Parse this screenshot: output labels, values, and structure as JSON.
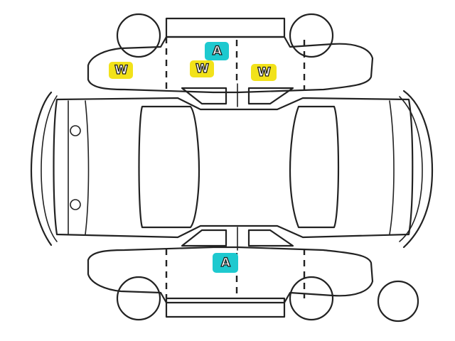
{
  "colors": {
    "line": "#222222",
    "background": "#ffffff",
    "w_badge": "#f2e21a",
    "a_badge": "#1ec9cf"
  },
  "markers": [
    {
      "id": "w-front-left-fender",
      "type": "w",
      "label": "W"
    },
    {
      "id": "w-front-left-door",
      "type": "w",
      "label": "W"
    },
    {
      "id": "w-rear-left-door",
      "type": "w",
      "label": "W"
    },
    {
      "id": "a-left-side-roof",
      "type": "a",
      "label": "A"
    },
    {
      "id": "a-right-side-doors",
      "type": "a",
      "label": "A"
    }
  ],
  "spare_tire": {
    "icon": "spare-tire-icon"
  }
}
